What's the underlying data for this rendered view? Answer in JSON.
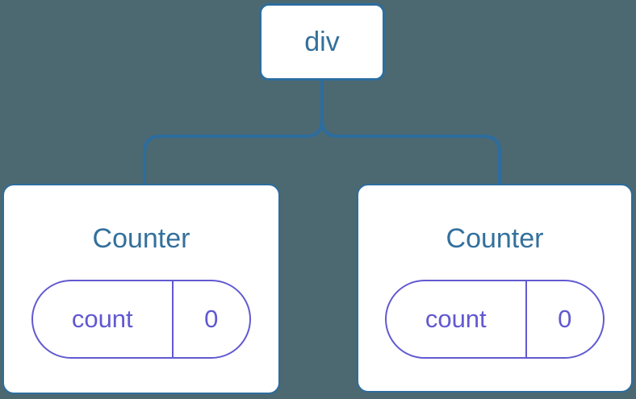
{
  "diagram": {
    "description": "Component tree diagram: a div root node with two Counter children, each holding state count = 0",
    "root_node": {
      "label": "div"
    },
    "children": [
      {
        "title": "Counter",
        "state_pill": {
          "key": "count",
          "value": "0"
        }
      },
      {
        "title": "Counter",
        "state_pill": {
          "key": "count",
          "value": "0"
        }
      }
    ]
  },
  "colors": {
    "background": "#4C6871",
    "node_fill": "#FFFFFF",
    "node_border_blue": "#2C6D9E",
    "label_blue": "#33709C",
    "state_purple": "#6159D1"
  }
}
